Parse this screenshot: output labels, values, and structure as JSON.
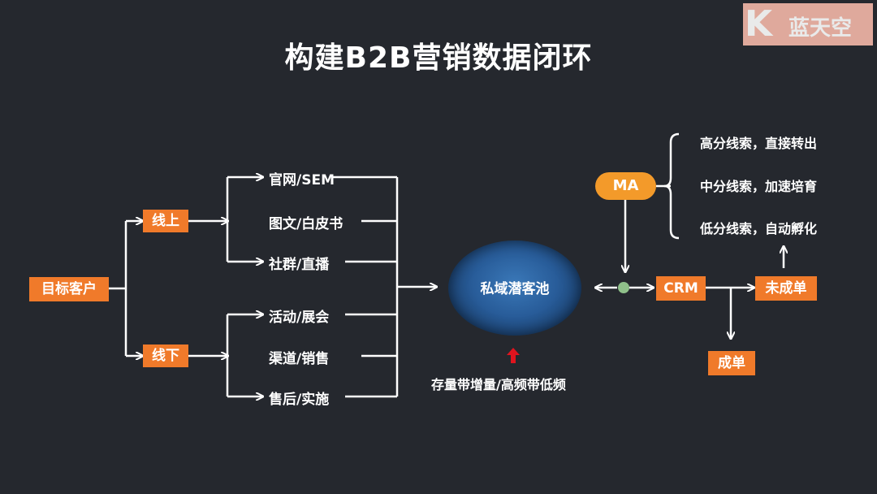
{
  "title": "构建B2B营销数据闭环",
  "logo": {
    "letter": "K",
    "text": "蓝天空"
  },
  "target": "目标客户",
  "online": {
    "label": "线上",
    "channels": [
      "官网/SEM",
      "图文/白皮书",
      "社群/直播"
    ]
  },
  "offline": {
    "label": "线下",
    "channels": [
      "活动/展会",
      "渠道/销售",
      "售后/实施"
    ]
  },
  "pool": "私域潜客池",
  "pool_note": "存量带增量/高频带低频",
  "ma": "MA",
  "crm": "CRM",
  "unclosed": "未成单",
  "closed": "成单",
  "leads": [
    "高分线索，直接转出",
    "中分线索，加速培育",
    "低分线索，自动孵化"
  ],
  "colors": {
    "background": "#25282e",
    "box": "#f07a2a",
    "ma": "#f39a2a",
    "arrow_red": "#e0141e",
    "dot": "#8fc08a"
  }
}
